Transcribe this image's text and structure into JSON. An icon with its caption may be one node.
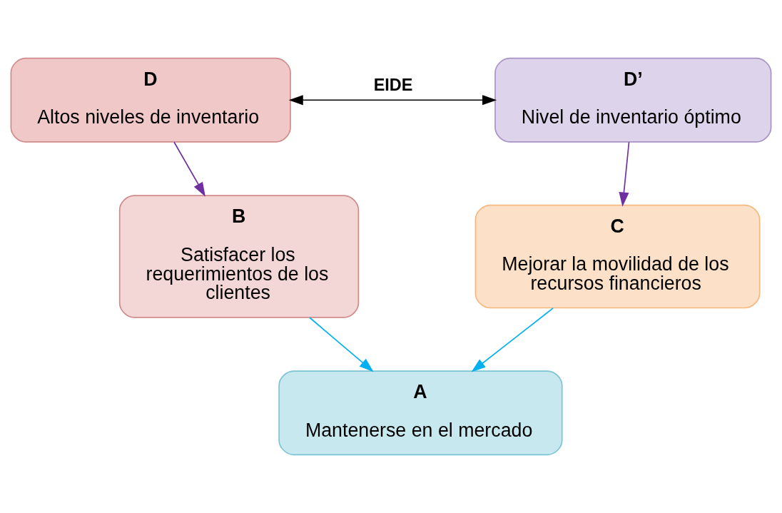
{
  "diagram": {
    "nodes": [
      {
        "text": [
          "D",
          "Altos niveles de inventario"
        ]
      },
      {
        "text": [
          "D’",
          "Nivel de inventario óptimo"
        ]
      },
      {
        "text": [
          "B",
          "Satisfacer los requerimientos de los clientes"
        ]
      },
      {
        "text": [
          "C",
          "Mejorar la movilidad de los recursos financieros"
        ]
      },
      {
        "text": [
          "A",
          "Mantenerse en el mercado"
        ]
      }
    ],
    "edges": [
      {
        "from": 0,
        "to": 1,
        "arrow": "both",
        "label": "EIDE",
        "color": "#000000"
      },
      {
        "from": 0,
        "to": 2,
        "arrow": "to",
        "color": "#7030a0"
      },
      {
        "from": 1,
        "to": 3,
        "arrow": "to",
        "color": "#7030a0"
      },
      {
        "from": 2,
        "to": 4,
        "arrow": "to",
        "color": "#00b0f0"
      },
      {
        "from": 3,
        "to": 4,
        "arrow": "to",
        "color": "#00b0f0"
      }
    ]
  }
}
